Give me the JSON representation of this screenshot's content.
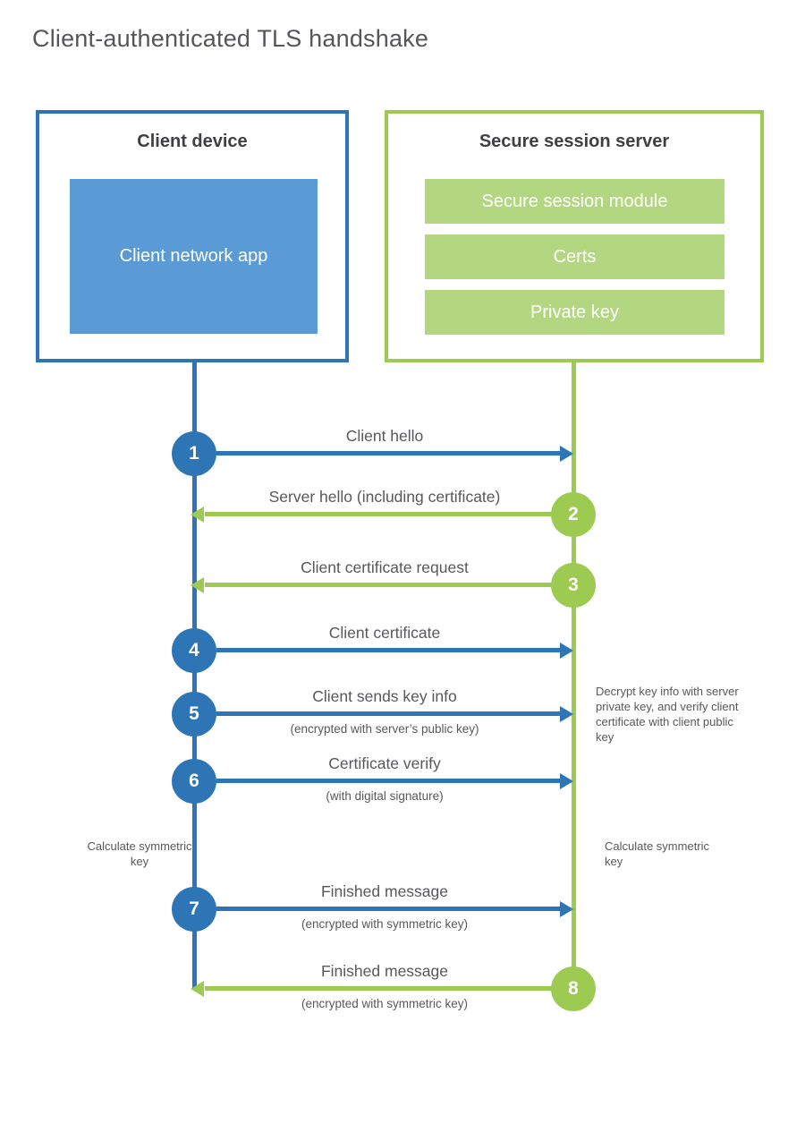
{
  "title": "Client-authenticated TLS handshake",
  "client": {
    "title": "Client device",
    "app_label": "Client network app"
  },
  "server": {
    "title": "Secure session server",
    "modules": [
      "Secure session module",
      "Certs",
      "Private key"
    ]
  },
  "steps": [
    {
      "num": "1",
      "label": "Client hello",
      "direction": "client-to-server"
    },
    {
      "num": "2",
      "label": "Server hello (including certificate)",
      "direction": "server-to-client"
    },
    {
      "num": "3",
      "label": "Client certificate request",
      "direction": "server-to-client"
    },
    {
      "num": "4",
      "label": "Client certificate",
      "direction": "client-to-server"
    },
    {
      "num": "5",
      "label": "Client sends key info",
      "sub": "(encrypted with server’s public key)",
      "direction": "client-to-server"
    },
    {
      "num": "6",
      "label": "Certificate verify",
      "sub": "(with digital signature)",
      "direction": "client-to-server"
    },
    {
      "num": "7",
      "label": "Finished message",
      "sub": "(encrypted with symmetric key)",
      "direction": "client-to-server"
    },
    {
      "num": "8",
      "label": "Finished message",
      "sub": "(encrypted with symmetric key)",
      "direction": "server-to-client"
    }
  ],
  "notes": {
    "decrypt": "Decrypt key info with server private key, and verify client certificate with client public key",
    "calc_left": "Calculate symmetric key",
    "calc_right": "Calculate symmetric key"
  },
  "colors": {
    "client_blue": "#2e75b6",
    "client_blue_light": "#5b9bd5",
    "server_green": "#9dca51",
    "server_green_light": "#b3d780",
    "heading_text": "#3f4043",
    "body_text": "#57585c",
    "title_text": "#55565b",
    "step_number_text": "#ffffff"
  }
}
